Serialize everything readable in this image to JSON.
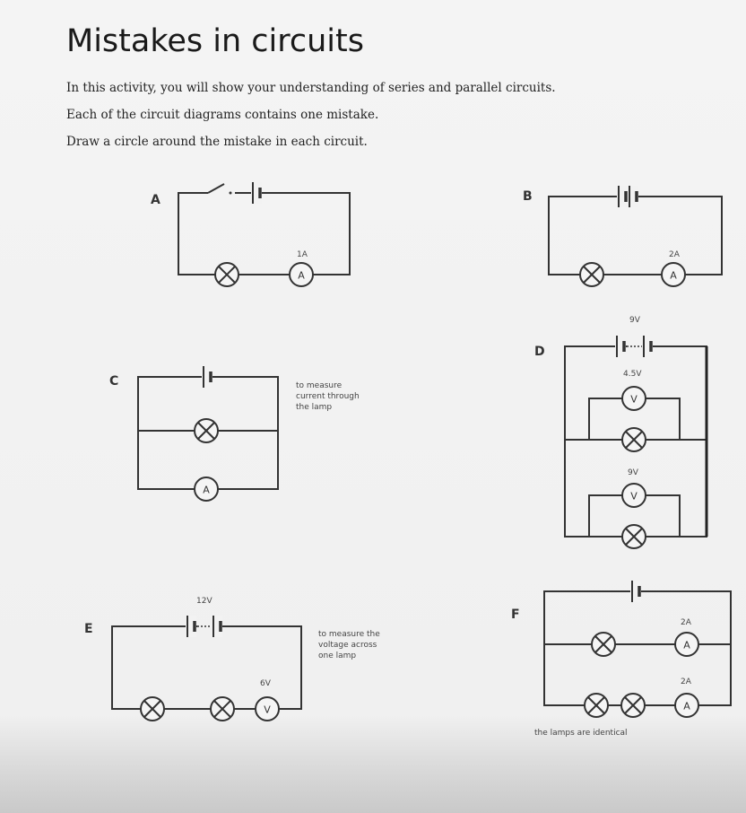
{
  "title": "Mistakes in circuits",
  "intro": [
    "In this activity, you will show your understanding of series and parallel circuits.",
    "Each of the circuit diagrams contains one mistake.",
    "Draw a circle around the mistake in each circuit."
  ],
  "circuits": {
    "A": {
      "label": "A",
      "ammeter_reading": "1A",
      "meter": "A"
    },
    "B": {
      "label": "B",
      "ammeter_reading": "2A",
      "meter": "A"
    },
    "C": {
      "label": "C",
      "meter": "A",
      "note": [
        "to measure",
        "current through",
        "the lamp"
      ]
    },
    "D": {
      "label": "D",
      "supply": "9V",
      "voltmeter1_reading": "4.5V",
      "voltmeter2_reading": "9V",
      "meter": "V"
    },
    "E": {
      "label": "E",
      "supply": "12V",
      "voltmeter_reading": "6V",
      "meter": "V",
      "note": [
        "to measure the",
        "voltage across",
        "one lamp"
      ]
    },
    "F": {
      "label": "F",
      "ammeter1_reading": "2A",
      "ammeter2_reading": "2A",
      "meter": "A",
      "note": "the lamps are identical"
    }
  }
}
